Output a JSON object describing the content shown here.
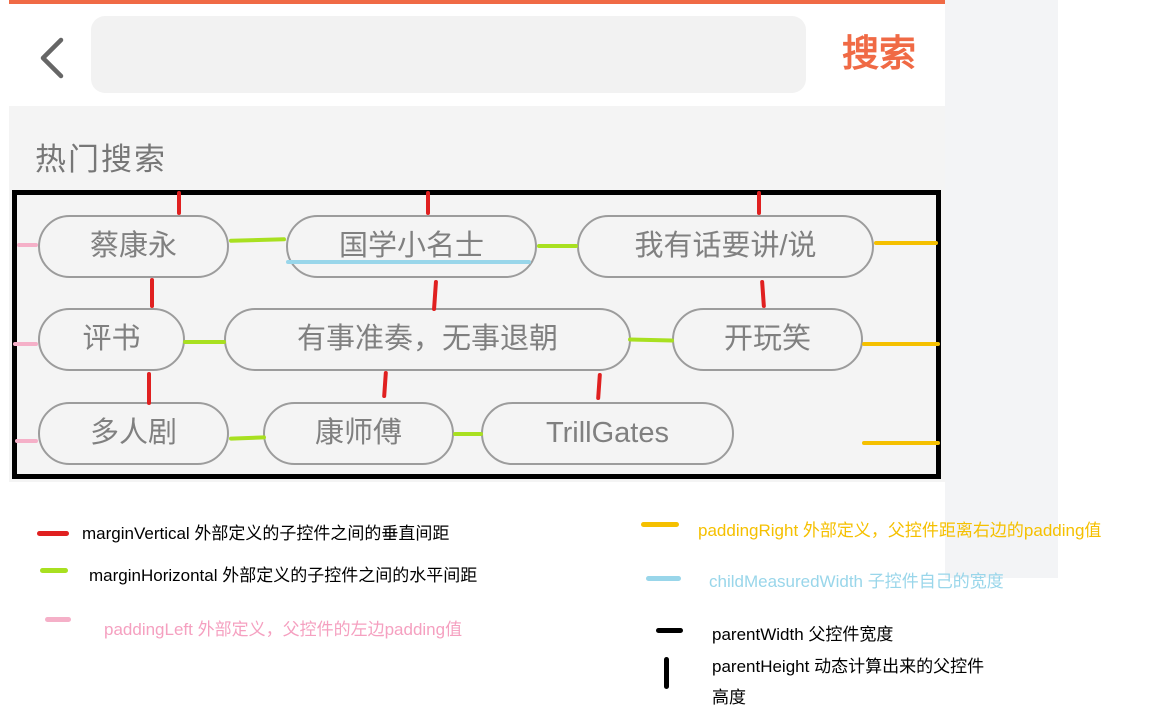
{
  "header": {
    "search_placeholder": "",
    "search_label": "搜索"
  },
  "hot_search": {
    "title": "热门搜索",
    "tags": [
      "蔡康永",
      "国学小名士",
      "我有话要讲/说",
      "评书",
      "有事准奏，无事退朝",
      "开玩笑",
      "多人剧",
      "康师傅",
      "TrillGates"
    ]
  },
  "legend": {
    "margin_vertical": "marginVertical 外部定义的子控件之间的垂直间距",
    "margin_horizontal": "marginHorizontal 外部定义的子控件之间的水平间距",
    "padding_left": "paddingLeft 外部定义，父控件的左边padding值",
    "padding_right": "paddingRight 外部定义，父控件距离右边的padding值",
    "child_measured_width": "childMeasuredWidth 子控件自己的宽度",
    "parent_width": "parentWidth 父控件宽度",
    "parent_height_line1": "parentHeight 动态计算出来的父控件",
    "parent_height_line2": "高度"
  },
  "colors": {
    "accent": "#f06a45",
    "margin_vertical": "#e02020",
    "margin_horizontal": "#a8e020",
    "padding_left": "#f5b0c8",
    "padding_right": "#f5c000",
    "child_measured_width": "#99d6ea",
    "parent": "#000000"
  }
}
